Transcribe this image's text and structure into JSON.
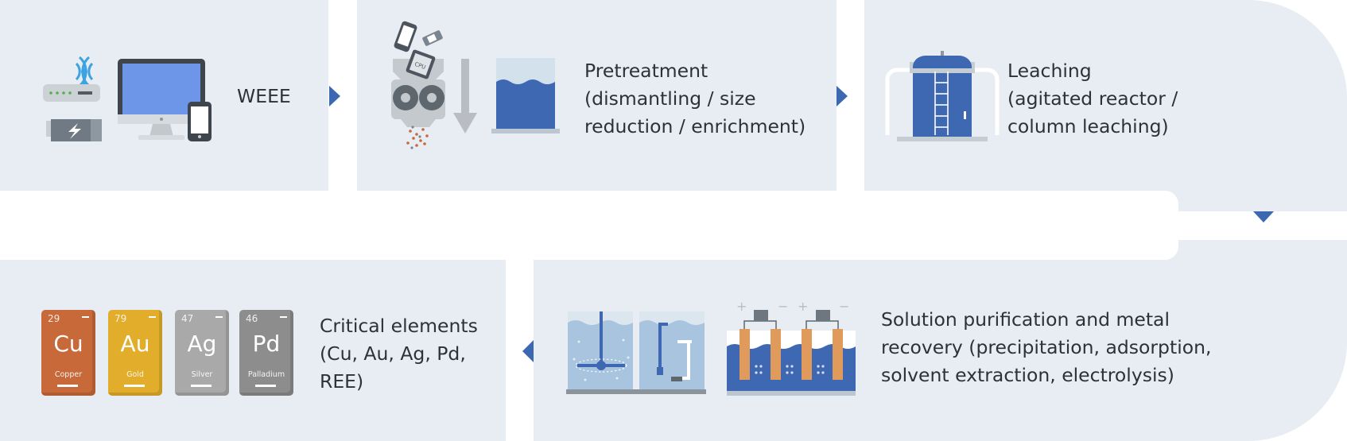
{
  "steps": {
    "weee": {
      "label": "WEEE"
    },
    "pretreatment": {
      "label": "Pretreatment\n(dismantling / size\nreduction / enrichment)"
    },
    "leaching": {
      "label": "Leaching\n(agitated reactor /\ncolumn leaching)"
    },
    "purification": {
      "label": "Solution purification and metal\nrecovery (precipitation, adsorption,\nsolvent extraction, electrolysis)"
    },
    "critical": {
      "label": "Critical elements\n(Cu, Au, Ag, Pd,\nREE)"
    }
  },
  "cpu_chip_text": "CPU",
  "elements": [
    {
      "number": "29",
      "symbol": "Cu",
      "name": "Copper",
      "color": "#c8693a"
    },
    {
      "number": "79",
      "symbol": "Au",
      "name": "Gold",
      "color": "#e2ad2a"
    },
    {
      "number": "47",
      "symbol": "Ag",
      "name": "Silver",
      "color": "#a9a9a9"
    },
    {
      "number": "46",
      "symbol": "Pd",
      "name": "Palladium",
      "color": "#8d8d8d"
    }
  ],
  "electrode_signs": {
    "plus": "+",
    "minus": "−"
  },
  "colors": {
    "panel": "#e8edf3",
    "arrow": "#3c68b1",
    "blue": "#3f68b3",
    "light_blue": "#a9c4de",
    "gray": "#b9bdc1"
  }
}
